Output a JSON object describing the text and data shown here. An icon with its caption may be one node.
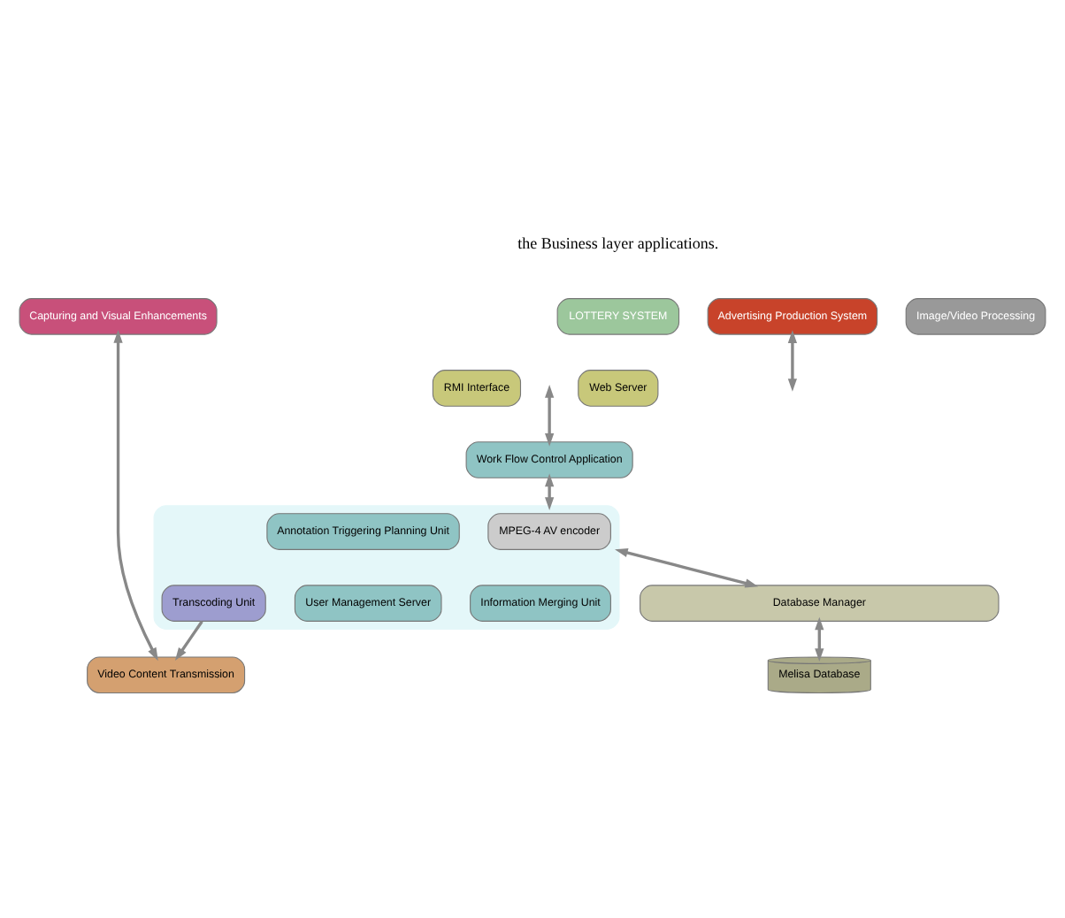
{
  "diagram": {
    "nodes": [
      {
        "text": [
          "LOTTERY SYSTEM"
        ]
      },
      {
        "text": [
          "Advertising Production System"
        ]
      },
      {
        "text": [
          "Image/Video Processing"
        ]
      },
      {
        "text": [
          "Capturing and Visual Enhancements"
        ]
      },
      {
        "text": [
          "Web Server"
        ]
      },
      {
        "text": [
          "RMI Interface"
        ]
      },
      {
        "text": [
          "Work Flow Control Application"
        ]
      },
      {
        "text": [],
        "shape": "box"
      },
      {
        "text": [
          "Annotation Triggering Planning Unit"
        ],
        "in": 7
      },
      {
        "text": [
          "MPEG-4 AV encoder"
        ],
        "in": 7
      },
      {
        "text": [
          "User Management Server"
        ],
        "in": 7
      },
      {
        "text": [
          "Information Merging Unit"
        ],
        "in": 7
      },
      {
        "text": [
          "Transcoding Unit"
        ],
        "in": 7
      },
      {
        "text": [
          "Video Content Transmission"
        ]
      },
      {
        "text": [
          "Database Manager"
        ]
      },
      {
        "text": [
          "Melisa Database"
        ]
      }
    ],
    "edges": [
      {
        "from": 1,
        "to": null,
        "arrow": "both"
      },
      {
        "from": null,
        "to": 6,
        "arrow": "both"
      },
      {
        "from": 6,
        "to": 7,
        "arrow": "both"
      },
      {
        "from": 7,
        "to": 14,
        "arrow": "both"
      },
      {
        "from": 14,
        "to": 15,
        "arrow": "both"
      },
      {
        "from": 12,
        "to": 13,
        "arrow": "to"
      },
      {
        "from": 3,
        "to": 13,
        "arrow": "both"
      }
    ],
    "labels": [
      "the Business layer applications."
    ]
  }
}
